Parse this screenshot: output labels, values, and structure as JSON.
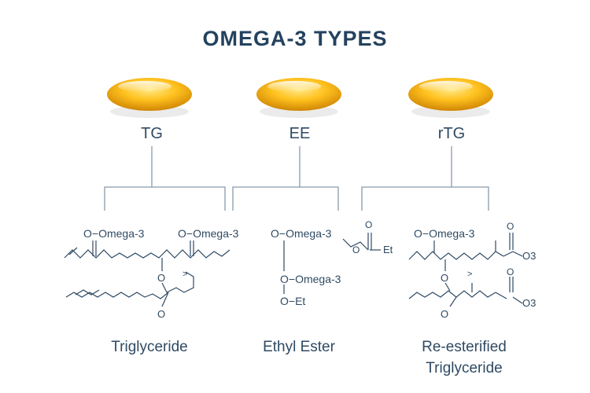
{
  "title": "OMEGA-3 TYPES",
  "types": [
    {
      "code": "TG",
      "caption_line1": "Triglyceride",
      "caption_line2": ""
    },
    {
      "code": "EE",
      "caption_line1": "Ethyl Ester",
      "caption_line2": ""
    },
    {
      "code": "rTG",
      "caption_line1": "Re-esterified",
      "caption_line2": "Triglyceride"
    }
  ],
  "structures": {
    "tg_left_label": "O−Omega-3",
    "tg_right_label": "O−Omega-3",
    "ee_main_label": "O−Omega-3",
    "ee_second_label": "O−Omega-3",
    "ee_et_label": "O−Et",
    "ee_o_label": "O",
    "ee_o2_label": "O",
    "ee_o3_label": "O",
    "ee_carbonyl_o": "O",
    "ee_et_right": "Et",
    "rtg_label": "O−Omega-3",
    "rtg_o3_top": "O3",
    "rtg_o3_bottom": "O3",
    "tg_o_mid": "O",
    "tg_o_bottom": "O",
    "rtg_o_mid": "O",
    "rtg_o_bottom": "O",
    "rtg_o_top": "O",
    "rtg_o_bot_right": "O"
  },
  "colors": {
    "title": "#24425f",
    "text": "#2f4a63",
    "lines": "#8a9aab",
    "capsule_dark": "#d08a00",
    "capsule_light": "#ffd04a"
  }
}
